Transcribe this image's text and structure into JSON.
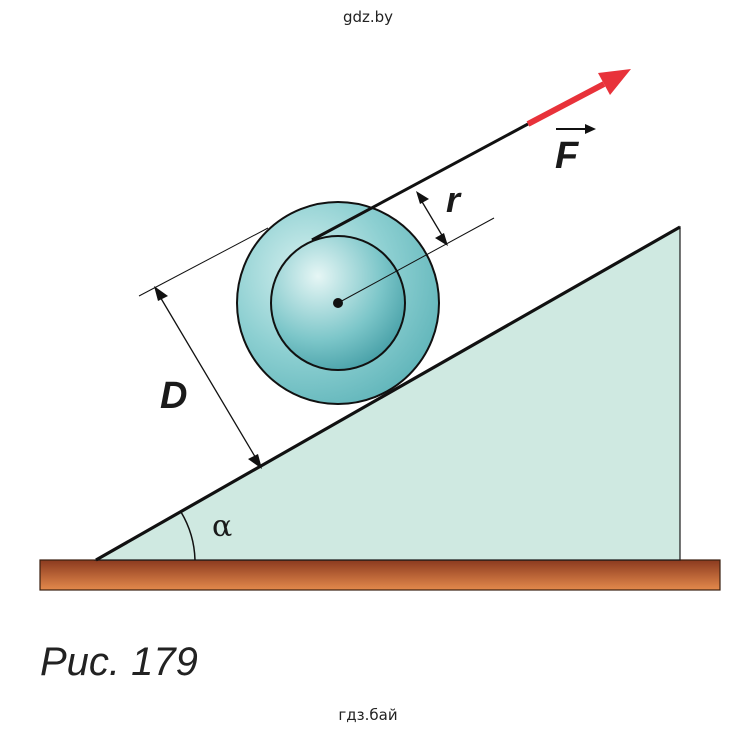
{
  "watermark_top": "gdz.by",
  "watermark_bottom": "гдз.бай",
  "caption": "Рис. 179",
  "labels": {
    "force": "F",
    "radius": "r",
    "diameter": "D",
    "angle": "α"
  },
  "colors": {
    "incline_fill": "#cfe9e1",
    "floor_top": "#8b3a1f",
    "floor_bottom": "#e48a4c",
    "outer_disk": "#5db3b8",
    "inner_disk": "#7cc6c9",
    "force_arrow": "#e8323a",
    "line": "#111111"
  }
}
